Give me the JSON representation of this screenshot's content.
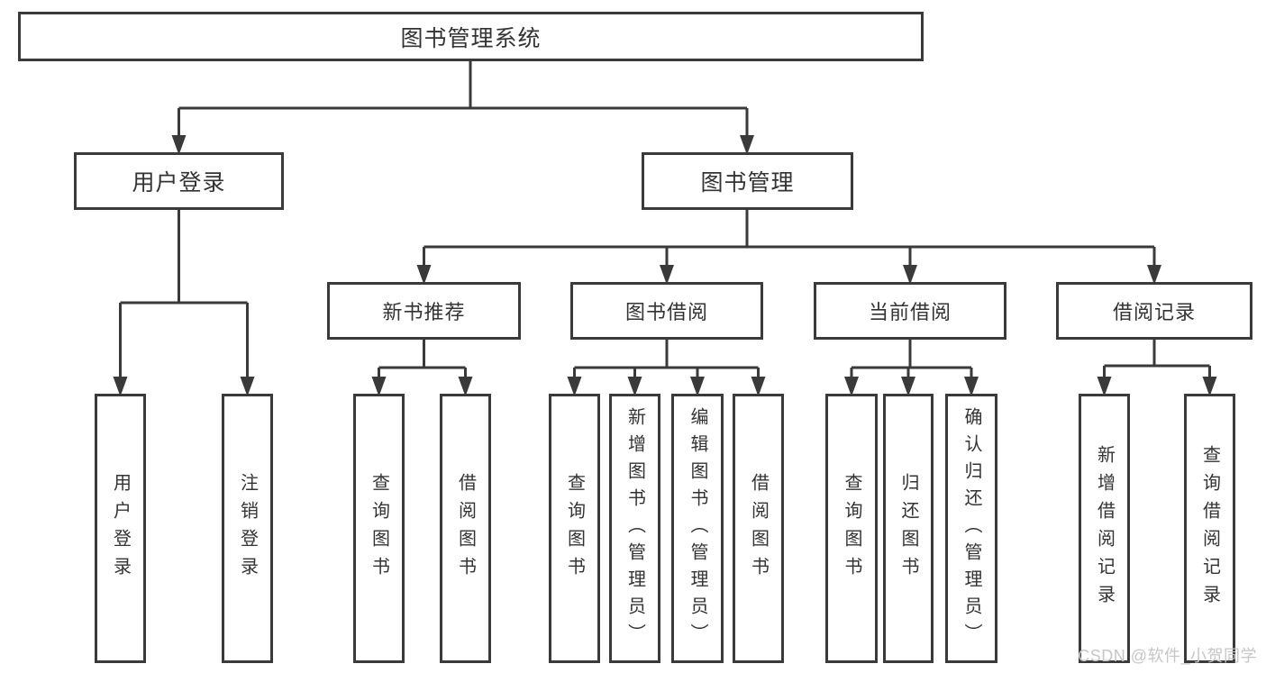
{
  "tree": {
    "root": {
      "label": "图书管理系统",
      "children": [
        {
          "label": "用户登录",
          "children": [
            {
              "label": "用户登录"
            },
            {
              "label": "注销登录"
            }
          ]
        },
        {
          "label": "图书管理",
          "children": [
            {
              "label": "新书推荐",
              "children": [
                {
                  "label": "查询图书"
                },
                {
                  "label": "借阅图书"
                }
              ]
            },
            {
              "label": "图书借阅",
              "children": [
                {
                  "label": "查询图书"
                },
                {
                  "label": "新增图书（管理员）"
                },
                {
                  "label": "编辑图书（管理员）"
                },
                {
                  "label": "借阅图书"
                }
              ]
            },
            {
              "label": "当前借阅",
              "children": [
                {
                  "label": "查询图书"
                },
                {
                  "label": "归还图书"
                },
                {
                  "label": "确认归还（管理员）"
                }
              ]
            },
            {
              "label": "借阅记录",
              "children": [
                {
                  "label": "新增借阅记录"
                },
                {
                  "label": "查询借阅记录"
                }
              ]
            }
          ]
        }
      ]
    }
  },
  "watermark": "CSDN @软件_小贺同学",
  "colors": {
    "line": "#3a3a3a",
    "text": "#333333",
    "background": "#ffffff",
    "watermark": "#c6c6c6"
  }
}
